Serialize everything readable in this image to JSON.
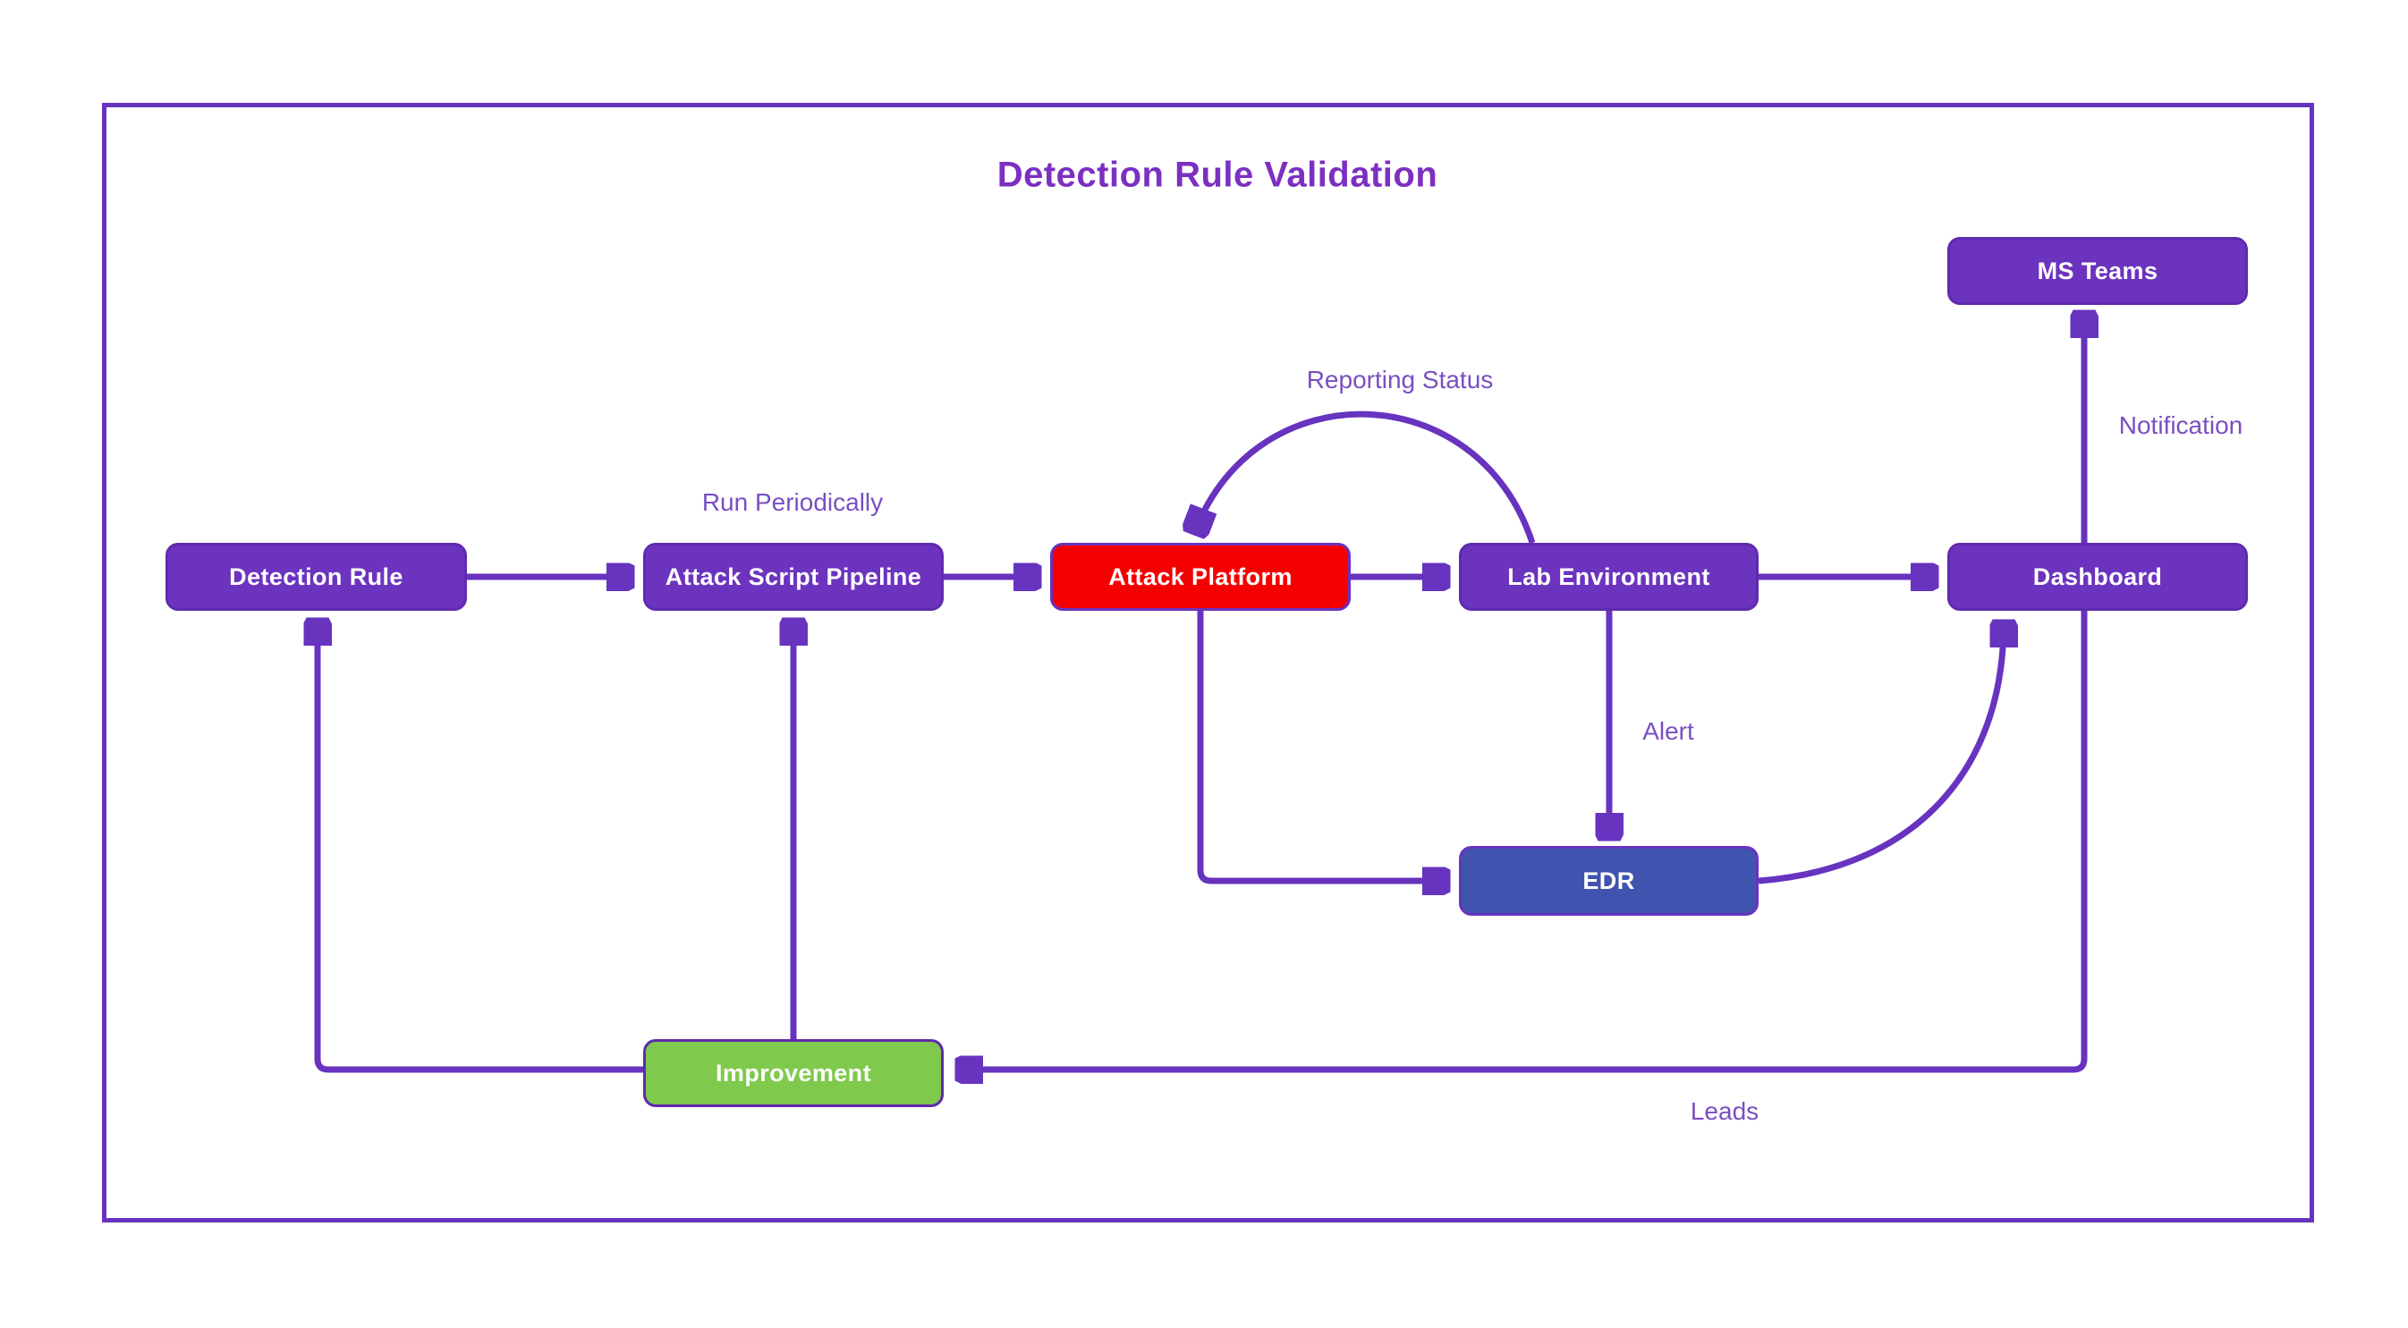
{
  "title": "Detection Rule Validation",
  "colors": {
    "node_purple": "#6C33BF",
    "node_red": "#F50000",
    "node_blue": "#4053AE",
    "node_green": "#7FC94C",
    "node_text": "#FFFFFF",
    "edge_line": "#6733BF",
    "edge_label_text": "#7A4FC0",
    "title_text": "#7C2FC2",
    "outer_border": "#6733BF",
    "background": "#FFFFFF"
  },
  "nodes": [
    {
      "id": "detection-rule",
      "label": "Detection Rule",
      "color": "purple"
    },
    {
      "id": "attack-script-pipeline",
      "label": "Attack Script Pipeline",
      "color": "purple"
    },
    {
      "id": "attack-platform",
      "label": "Attack Platform",
      "color": "red"
    },
    {
      "id": "lab-environment",
      "label": "Lab Environment",
      "color": "purple"
    },
    {
      "id": "dashboard",
      "label": "Dashboard",
      "color": "purple"
    },
    {
      "id": "ms-teams",
      "label": "MS Teams",
      "color": "purple"
    },
    {
      "id": "edr",
      "label": "EDR",
      "color": "blue"
    },
    {
      "id": "improvement",
      "label": "Improvement",
      "color": "green"
    }
  ],
  "edges": [
    {
      "from": "Detection Rule",
      "to": "Attack Script Pipeline",
      "label": ""
    },
    {
      "from": "Attack Script Pipeline",
      "to": "Attack Platform",
      "label": "Run Periodically"
    },
    {
      "from": "Attack Platform",
      "to": "Lab Environment",
      "label": ""
    },
    {
      "from": "Lab Environment",
      "to": "Dashboard",
      "label": ""
    },
    {
      "from": "Lab Environment",
      "to": "Attack Platform",
      "label": "Reporting Status"
    },
    {
      "from": "Lab Environment",
      "to": "EDR",
      "label": "Alert"
    },
    {
      "from": "Attack Platform",
      "to": "EDR",
      "label": ""
    },
    {
      "from": "EDR",
      "to": "Dashboard",
      "label": ""
    },
    {
      "from": "Dashboard",
      "to": "MS Teams",
      "label": "Notification"
    },
    {
      "from": "Dashboard",
      "to": "Improvement",
      "label": "Leads"
    },
    {
      "from": "Improvement",
      "to": "Attack Script Pipeline",
      "label": ""
    },
    {
      "from": "Improvement",
      "to": "Detection Rule",
      "label": ""
    }
  ]
}
